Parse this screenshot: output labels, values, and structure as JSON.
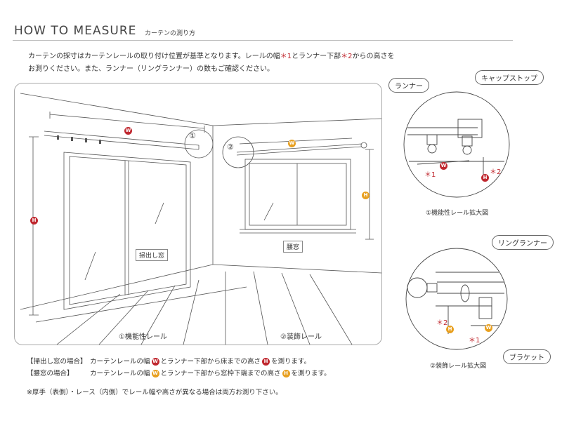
{
  "header": {
    "title": "HOW TO MEASURE",
    "subtitle": "カーテンの測り方"
  },
  "intro": {
    "line1_a": "カーテンの採寸はカーテンレールの取り付け位置が基準となります。レールの幅",
    "mark1": "＊1",
    "line1_b": "とランナー下部",
    "mark2": "＊2",
    "line1_c": "からの高さを",
    "line2": "お測りください。また、ランナー（リングランナー）の数もご確認ください。"
  },
  "main": {
    "window1_label": "掃出し窓",
    "window2_label": "腰窓",
    "caption1": "①機能性レール",
    "caption2": "②装飾レール",
    "marker1": "①",
    "marker2": "②",
    "badge_w": "W",
    "badge_h": "H"
  },
  "detail1": {
    "runner_label": "ランナー",
    "capstop_label": "キャップストップ",
    "caption": "①機能性レール拡大図",
    "mark1": "＊1",
    "mark2": "＊2",
    "badge_w": "W",
    "badge_h": "H"
  },
  "detail2": {
    "ring_label": "リングランナー",
    "bracket_label": "ブラケット",
    "caption": "②装飾レール拡大図",
    "mark1": "＊1",
    "mark2": "＊2",
    "badge_w": "W",
    "badge_h": "H"
  },
  "legend": {
    "row1_head": "【掃出し窓の場合】",
    "row1_a": "カーテンレールの幅",
    "row1_b": "とランナー下部から床までの高さ",
    "row1_c": "を測ります。",
    "row2_head": "【腰窓の場合】",
    "row2_a": "カーテンレールの幅",
    "row2_b": "とランナー下部から窓枠下端までの高さ",
    "row2_c": "を測ります。",
    "badge_w": "W",
    "badge_h": "H"
  },
  "note": "※厚手（表側）・レース（内側）でレール幅や高さが異なる場合は両方お測り下さい。",
  "colors": {
    "red": "#c0282f",
    "orange": "#e8a020",
    "line": "#444444"
  }
}
